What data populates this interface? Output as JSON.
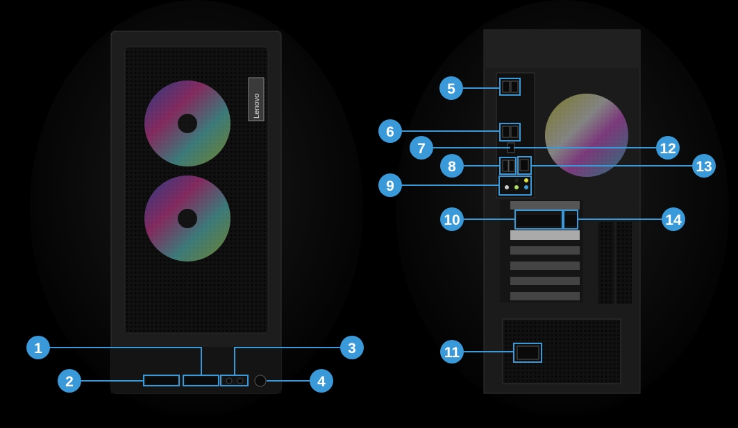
{
  "brand_logo": "Lenovo",
  "colors": {
    "callout": "#3a9ad9",
    "case": "#1c1c1c",
    "background": "#000000"
  },
  "callouts": [
    {
      "number": "1"
    },
    {
      "number": "2"
    },
    {
      "number": "3"
    },
    {
      "number": "4"
    },
    {
      "number": "5"
    },
    {
      "number": "6"
    },
    {
      "number": "7"
    },
    {
      "number": "8"
    },
    {
      "number": "9"
    },
    {
      "number": "10"
    },
    {
      "number": "11"
    },
    {
      "number": "12"
    },
    {
      "number": "13"
    },
    {
      "number": "14"
    }
  ]
}
